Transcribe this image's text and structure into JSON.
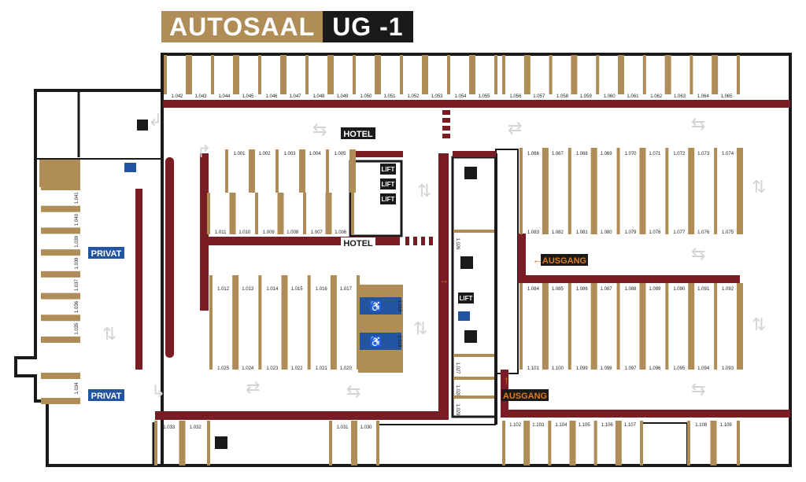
{
  "title": {
    "name": "AUTOSAAL",
    "level": "UG -1"
  },
  "signs": {
    "hotel": "HOTEL",
    "lift": "LIFT",
    "ausgang": "AUSGANG",
    "privat": "PRIVAT"
  },
  "colors": {
    "gold": "#b08d57",
    "maroon": "#7a1c24",
    "wall": "#1a1a1a",
    "blue": "#2354a0",
    "orange": "#e07b1a",
    "arrow": "#d3d3d3"
  },
  "slots": {
    "top_row_a": [
      "1.042",
      "1.043",
      "1.044",
      "1.045",
      "1.046",
      "1.047",
      "1.048",
      "1.049",
      "1.050",
      "1.051",
      "1.052",
      "1.053",
      "1.054",
      "1.055"
    ],
    "top_row_b": [
      "1.056",
      "1.057",
      "1.058",
      "1.059",
      "1.060",
      "1.061",
      "1.062",
      "1.063",
      "1.064",
      "1.065"
    ],
    "block_a_top": [
      "1.001",
      "1.002",
      "1.003",
      "1.004",
      "1.005"
    ],
    "block_a_bottom": [
      "1.011",
      "1.010",
      "1.009",
      "1.008",
      "1.007",
      "1.006"
    ],
    "block_b_top": [
      "1.012",
      "1.013",
      "1.014",
      "1.015",
      "1.016",
      "1.017"
    ],
    "block_b_bottom": [
      "1.025",
      "1.024",
      "1.023",
      "1.022",
      "1.021",
      "1.020"
    ],
    "disabled": [
      "1.019",
      "1.018"
    ],
    "right_a_top": [
      "1.066",
      "1.067",
      "1.068",
      "1.069",
      "1.070",
      "1.071",
      "1.072",
      "1.073",
      "1.074"
    ],
    "right_a_bottom": [
      "1.083",
      "1.082",
      "1.081",
      "1.080",
      "1.079",
      "1.078",
      "1.077",
      "1.076",
      "1.075"
    ],
    "right_b_top": [
      "1.084",
      "1.085",
      "1.086",
      "1.087",
      "1.088",
      "1.089",
      "1.090",
      "1.091",
      "1.092"
    ],
    "right_b_bottom": [
      "1.101",
      "1.100",
      "1.099",
      "1.098",
      "1.097",
      "1.096",
      "1.095",
      "1.094",
      "1.093"
    ],
    "bottom_right_a": [
      "1.102",
      "1.103",
      "1.104",
      "1.105",
      "1.106",
      "1.107"
    ],
    "bottom_right_b": [
      "1.108",
      "1.109"
    ],
    "bottom_left_a": [
      "1.033",
      "1.032"
    ],
    "bottom_left_b": [
      "1.031",
      "1.030"
    ],
    "left_column": [
      "1.041",
      "1.040",
      "1.039",
      "1.038",
      "1.037",
      "1.036",
      "1.035"
    ],
    "left_single": [
      "1.034"
    ],
    "center_column": [
      "1.026",
      "1.027",
      "1.028",
      "1.029"
    ]
  }
}
